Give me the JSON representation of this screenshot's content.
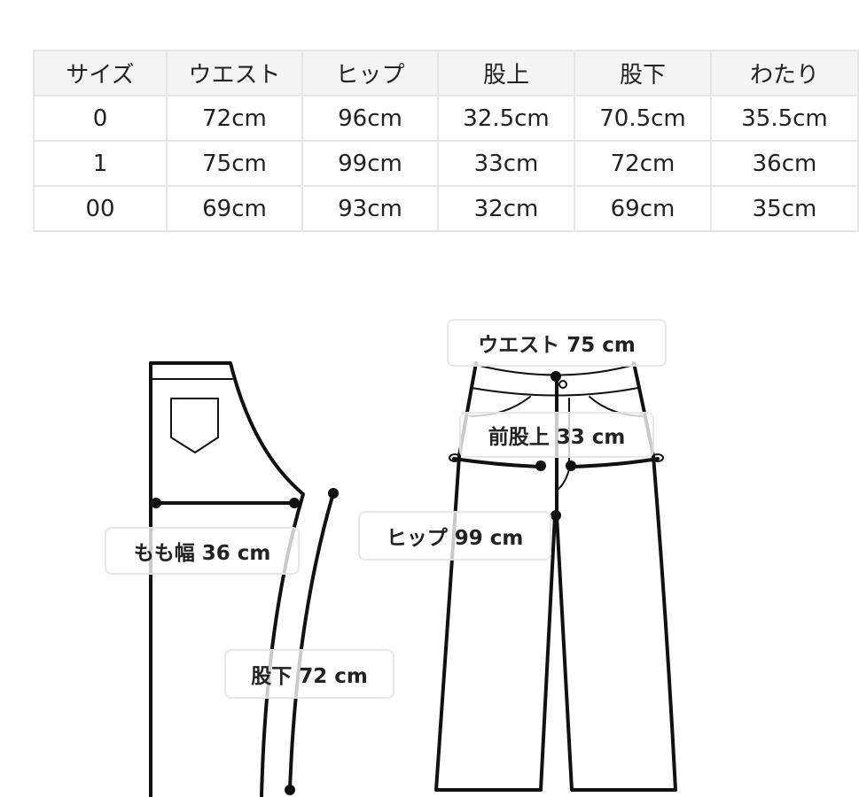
{
  "size_table": {
    "headers": [
      "サイズ",
      "ウエスト",
      "ヒップ",
      "股上",
      "股下",
      "わたり"
    ],
    "rows": [
      [
        "0",
        "72cm",
        "96cm",
        "32.5cm",
        "70.5cm",
        "35.5cm"
      ],
      [
        "1",
        "75cm",
        "99cm",
        "33cm",
        "72cm",
        "36cm"
      ],
      [
        "00",
        "69cm",
        "93cm",
        "32cm",
        "69cm",
        "35cm"
      ]
    ]
  },
  "diagram": {
    "labels": {
      "thigh": "もも幅 36 cm",
      "inseam": "股下 72 cm",
      "waist": "ウエスト 75 cm",
      "front_rise": "前股上 33 cm",
      "hip": "ヒップ 99 cm"
    },
    "line_color": "#111111"
  }
}
